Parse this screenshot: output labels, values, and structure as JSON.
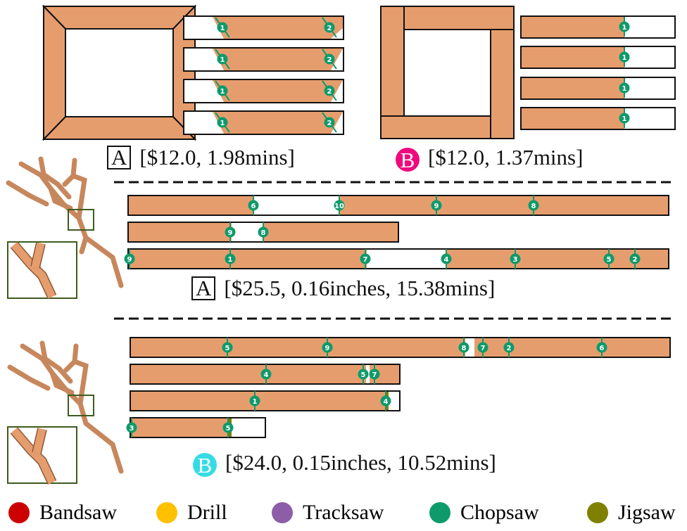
{
  "captions": {
    "top_a": {
      "label": "A",
      "text": "[$12.0, 1.98mins]"
    },
    "top_b": {
      "label": "B",
      "text": "[$12.0, 1.37mins]",
      "badge_color": "#ee0a7e"
    },
    "mid_a": {
      "label": "A",
      "text": "[$25.5, 0.16inches, 15.38mins]"
    },
    "bot_b": {
      "label": "B",
      "text": "[$24.0, 0.15inches, 10.52mins]",
      "badge_color": "#35dce4"
    }
  },
  "legend": [
    {
      "label": "Bandsaw",
      "color": "#cc0000"
    },
    {
      "label": "Drill",
      "color": "#ffc000"
    },
    {
      "label": "Tracksaw",
      "color": "#8e5da7"
    },
    {
      "label": "Chopsaw",
      "color": "#0e9a6b"
    },
    {
      "label": "Jigsaw",
      "color": "#808000"
    }
  ],
  "colors": {
    "wood": "#e69d6d",
    "chopsaw": "#0e9a6b",
    "outline": "#111111"
  },
  "top_a_board_cuts": [
    [
      "1",
      "2"
    ],
    [
      "1",
      "2"
    ],
    [
      "1",
      "2"
    ],
    [
      "1",
      "2"
    ]
  ],
  "top_b_board_cuts": [
    [
      "1"
    ],
    [
      "1"
    ],
    [
      "1"
    ],
    [
      "1"
    ]
  ],
  "mid_board_cuts": [
    [
      "6",
      "10",
      "9",
      "8"
    ],
    [
      "9",
      "8"
    ],
    [
      "9",
      "1",
      "7",
      "4",
      "3",
      "5",
      "2"
    ]
  ],
  "bot_board_cuts": [
    [
      "5",
      "9",
      "8",
      "7",
      "2",
      "6"
    ],
    [
      "4",
      "5",
      "7"
    ],
    [
      "1",
      "4"
    ],
    [
      "3",
      "5"
    ]
  ]
}
